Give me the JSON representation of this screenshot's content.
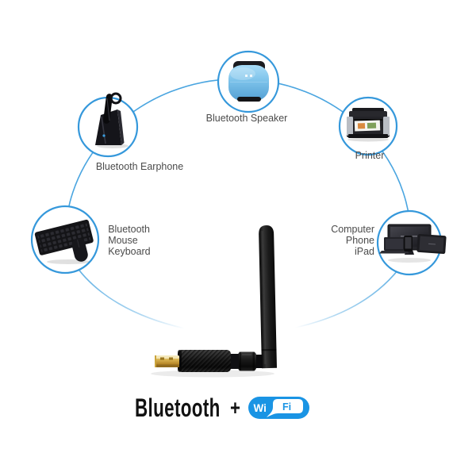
{
  "caption": {
    "product": "Bluetooth",
    "plus": "+",
    "wifi_wi": "Wi",
    "wifi_fi": "Fi"
  },
  "devices": {
    "speaker": {
      "label": "Bluetooth Speaker"
    },
    "earphone": {
      "label": "Bluetooth Earphone"
    },
    "printer": {
      "label": "Printer"
    },
    "mouse_keyboard": {
      "lines": [
        "Bluetooth",
        "Mouse",
        "Keyboard"
      ]
    },
    "computer": {
      "lines": [
        "Computer",
        "Phone",
        "iPad"
      ]
    }
  },
  "icons": {
    "speaker": "bluetooth-speaker-icon",
    "earphone": "bluetooth-earphone-icon",
    "printer": "printer-icon",
    "mouse_keyboard": "keyboard-mouse-icon",
    "computer": "computer-phone-ipad-icon",
    "product": "usb-wifi-bluetooth-adapter-image",
    "wifi": "wifi-logo-badge"
  },
  "colors": {
    "ring_blue": "#4aa5e0",
    "circle_stroke_blue": "#3598db",
    "wifi_badge_blue": "#1a94e4",
    "speaker_body_blue": "#7cc2ea",
    "label_gray": "#4b4b4b",
    "caption_black": "#121212",
    "usb_gold": "#c89b35",
    "adapter_black": "#161616",
    "background": "#ffffff"
  }
}
